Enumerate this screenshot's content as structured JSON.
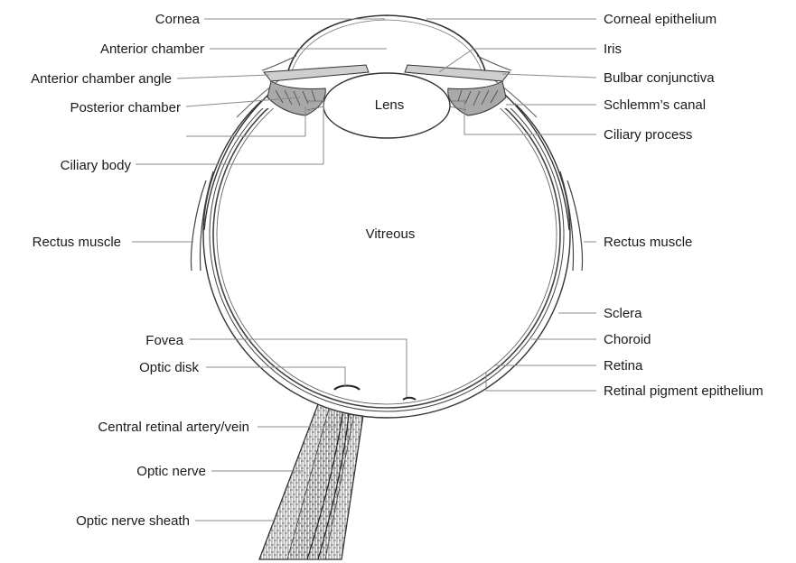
{
  "diagram": {
    "left_labels": {
      "cornea": "Cornea",
      "anterior_chamber": "Anterior chamber",
      "anterior_chamber_angle": "Anterior chamber angle",
      "posterior_chamber": "Posterior chamber",
      "ciliary_body": "Ciliary body",
      "rectus_muscle": "Rectus muscle",
      "fovea": "Fovea",
      "optic_disk": "Optic disk",
      "central_retinal_artery_vein": "Central retinal artery/vein",
      "optic_nerve": "Optic nerve",
      "optic_nerve_sheath": "Optic nerve sheath"
    },
    "right_labels": {
      "corneal_epithelium": "Corneal epithelium",
      "iris": "Iris",
      "bulbar_conjunctiva": "Bulbar conjunctiva",
      "schlemms_canal": "Schlemm’s canal",
      "ciliary_process": "Ciliary process",
      "rectus_muscle": "Rectus muscle",
      "sclera": "Sclera",
      "choroid": "Choroid",
      "retina": "Retina",
      "retinal_pigment_epithelium": "Retinal pigment epithelium"
    },
    "inner_labels": {
      "lens": "Lens",
      "vitreous": "Vitreous"
    }
  }
}
